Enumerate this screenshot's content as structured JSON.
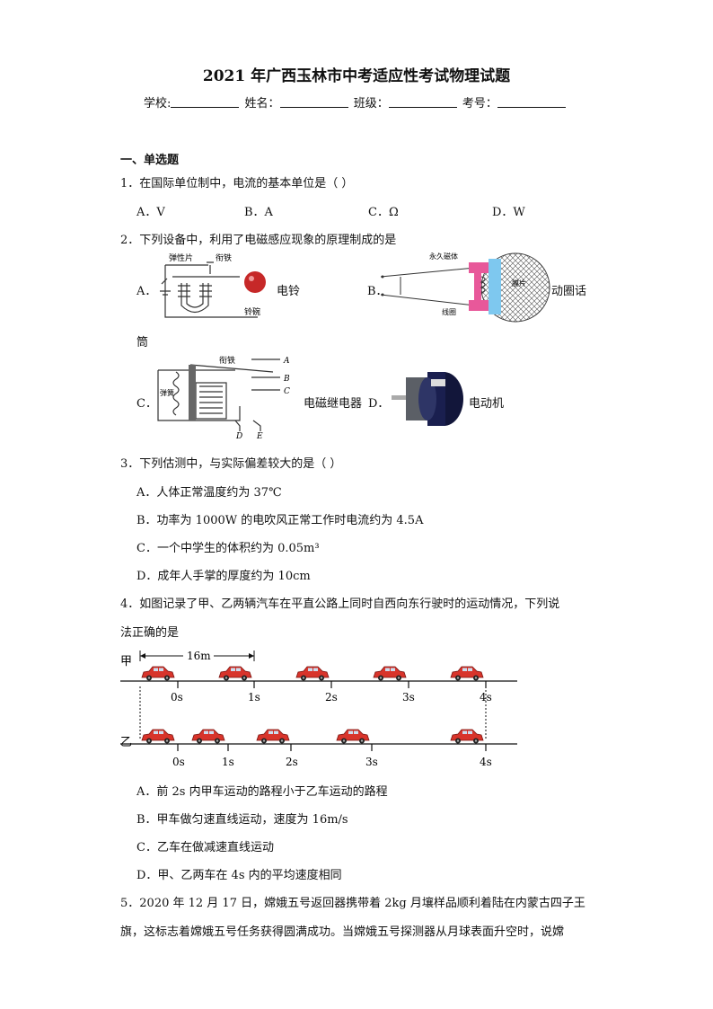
{
  "title": "2021 年广西玉林市中考适应性考试物理试题",
  "info": {
    "school": "学校:",
    "name": "姓名：",
    "class": "班级：",
    "number": "考号："
  },
  "section1": "一、单选题",
  "q1": {
    "stem": "1．在国际单位制中，电流的基本单位是（  ）",
    "options": [
      "A．V",
      "B．A",
      "C．Ω",
      "D．W"
    ]
  },
  "q2": {
    "stem": "2．下列设备中，利用了电磁感应现象的原理制成的是",
    "a_label": "A．",
    "a_text": "电铃",
    "a_fig": {
      "spring": "弹性片",
      "armature": "衔铁",
      "bell": "铃碗"
    },
    "b_label": "B．",
    "b_text": "动圈话",
    "b_text2": "筒",
    "b_fig": {
      "magnet": "永久磁体",
      "membrane": "膜片",
      "coil": "线圈"
    },
    "c_label": "C．",
    "c_text": "电磁继电器",
    "c_fig": {
      "armature": "衔铁",
      "spring": "弹簧",
      "A": "A",
      "B": "B",
      "C": "C",
      "D": "D",
      "E": "E"
    },
    "d_label": "D．",
    "d_text": "电动机"
  },
  "q3": {
    "stem": "3．下列估测中，与实际偏差较大的是（    ）",
    "options": [
      "A．人体正常温度约为 37℃",
      "B．功率为 1000W 的电吹风正常工作时电流约为 4.5A",
      "C．一个中学生的体积约为 0.05m³",
      "D．成年人手掌的厚度约为 10cm"
    ]
  },
  "q4": {
    "stem1": "4．如图记录了甲、乙两辆汽车在平直公路上同时自西向东行驶时的运动情况，下列说",
    "stem2": "法正确的是",
    "fig": {
      "row1": "甲",
      "row2": "乙",
      "distance": "16m",
      "ticks1": [
        "0s",
        "1s",
        "2s",
        "3s",
        "4s"
      ],
      "ticks2": [
        "0s",
        "1s",
        "2s",
        "3s",
        "4s"
      ]
    },
    "options": [
      "A．前 2s 内甲车运动的路程小于乙车运动的路程",
      "B．甲车做匀速直线运动，速度为 16m/s",
      "C．乙车在做减速直线运动",
      "D．甲、乙两车在 4s 内的平均速度相同"
    ]
  },
  "q5": {
    "line1": "5．2020 年 12 月 17 日，嫦娥五号返回器携带着 2kg 月壤样品顺利着陆在内蒙古四子王",
    "line2": "旗，这标志着嫦娥五号任务获得圆满成功。当嫦娥五号探测器从月球表面升空时，说嫦"
  }
}
